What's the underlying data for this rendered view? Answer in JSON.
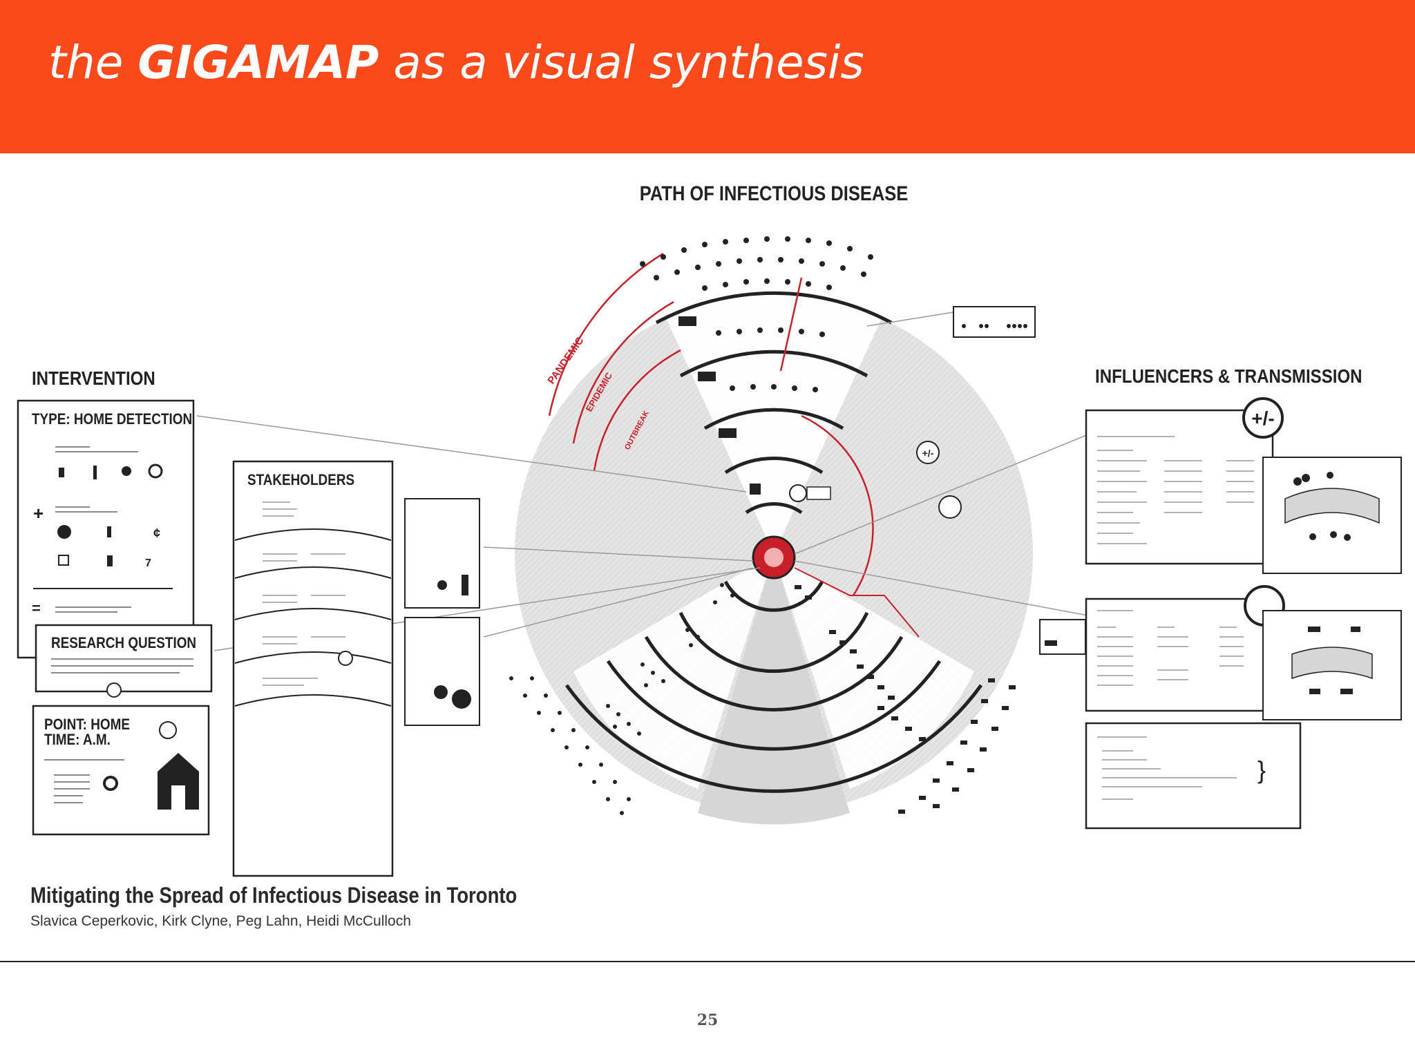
{
  "header": {
    "title_prefix": "the",
    "title_bold": "GIGAMAP",
    "title_suffix": "as a visual synthesis",
    "background_color": "#fa4a1b"
  },
  "gigamap": {
    "title": "PATH OF INFECTIOUS DISEASE",
    "intervention": {
      "heading": "INTERVENTION",
      "card_title": "TYPE: HOME DETECTION"
    },
    "stakeholders": {
      "heading": "STAKEHOLDERS"
    },
    "research_question": {
      "heading": "RESEARCH QUESTION"
    },
    "point_time": {
      "line1": "POINT: HOME",
      "line2": "TIME: A.M."
    },
    "influencers": {
      "heading": "INFLUENCERS & TRANSMISSION"
    },
    "rings": {
      "pandemic": "PANDEMIC",
      "epidemic": "EPIDEMIC",
      "outbreak": "OUTBREAK"
    },
    "accent_color": "#c8202a"
  },
  "project": {
    "title": "Mitigating the Spread of Infectious Disease in Toronto",
    "authors": "Slavica Ceperkovic, Kirk Clyne, Peg Lahn, Heidi McCulloch"
  },
  "footer": {
    "page_number": "25"
  }
}
